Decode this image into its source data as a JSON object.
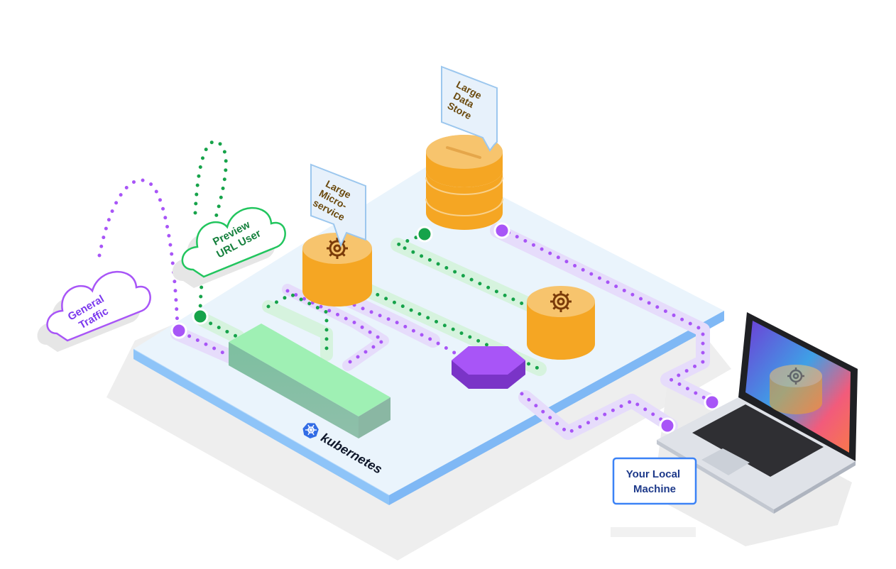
{
  "labels": {
    "general_traffic": [
      "General",
      "Traffic"
    ],
    "preview_url_user": [
      "Preview",
      "URL User"
    ],
    "large_microservice": [
      "Large",
      "Micro-",
      "service"
    ],
    "large_data_store": [
      "Large",
      "Data",
      "Store"
    ],
    "local_machine": [
      "Your Local",
      "Machine"
    ],
    "platform_brand": "kubernetes"
  },
  "icons": {
    "microservice": "gear-icon",
    "service": "gear-icon",
    "laptop_service": "gear-icon",
    "platform": "kubernetes-helm-icon"
  },
  "colors": {
    "platform_top": "#eaf4fc",
    "platform_edge": "#7fb8f5",
    "cylinder": "#f5a623",
    "cylinder_top": "#f7c46d",
    "purple_route": "#a855f7",
    "green_route": "#22c55e",
    "green_block": "#9ff0b4",
    "hexagon": "#9b4de0",
    "label_text": "#6b4a0e",
    "local_label_text": "#1e3a8a",
    "local_label_border": "#3b82f6"
  }
}
